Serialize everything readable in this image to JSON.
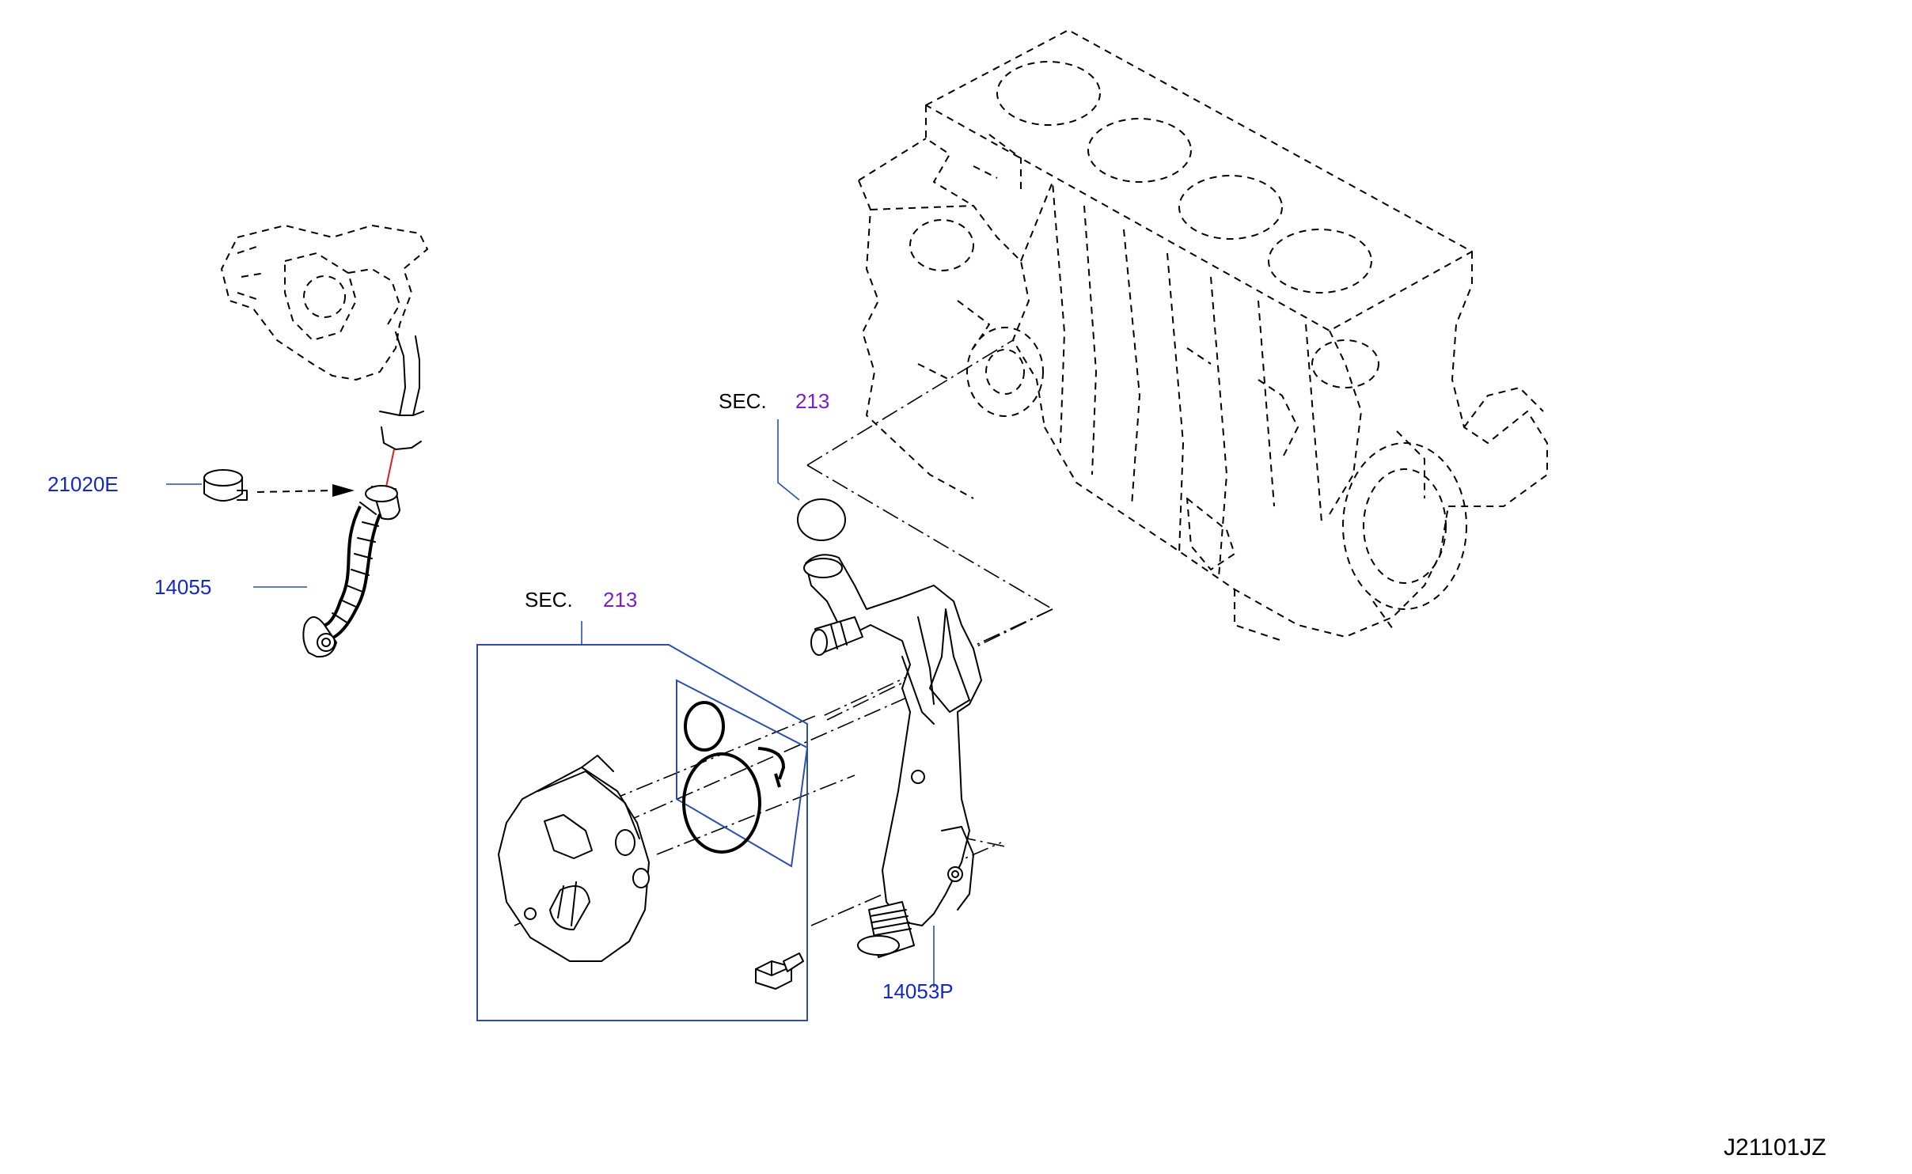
{
  "labels": {
    "clamp_part_no": "21020E",
    "hose_part_no": "14055",
    "oil_cooler_pipe_part_no": "14053P",
    "section_refs": [
      {
        "prefix": "SEC.",
        "number": "213"
      },
      {
        "prefix": "SEC.",
        "number": "213"
      }
    ],
    "diagram_code": "J21101JZ"
  },
  "colors": {
    "part_number": "#1428c8",
    "section_number": "#7a1fd0",
    "leader_line": "#2b4fa8",
    "connector_line": "#e02020",
    "drawing": "#000000"
  }
}
